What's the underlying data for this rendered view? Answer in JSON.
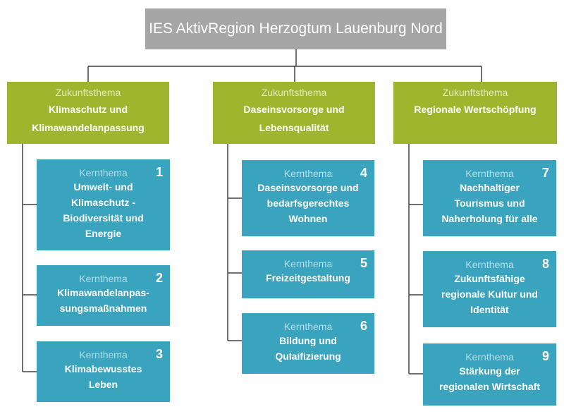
{
  "root": {
    "title": "IES AktivRegion Herzogtum Lauenburg Nord"
  },
  "themes": [
    {
      "tag": "Zukunftsthema",
      "title_line1": "Klimaschutz und",
      "title_line2": "Klimawandelanpassung"
    },
    {
      "tag": "Zukunftsthema",
      "title_line1": "Daseinsvorsorge und",
      "title_line2": "Lebensqualität"
    },
    {
      "tag": "Zukunftsthema",
      "title_line1": "Regionale Wertschöpfung",
      "title_line2": ""
    }
  ],
  "kernthemen": [
    {
      "tag": "Kernthema",
      "num": "1",
      "lines": [
        "Umwelt- und",
        "Klimaschutz -",
        "Biodiversität und",
        "Energie"
      ]
    },
    {
      "tag": "Kernthema",
      "num": "2",
      "lines": [
        "Klimawandelanpas-",
        "sungsmaßnahmen"
      ]
    },
    {
      "tag": "Kernthema",
      "num": "3",
      "lines": [
        "Klimabewusstes",
        "Leben"
      ]
    },
    {
      "tag": "Kernthema",
      "num": "4",
      "lines": [
        "Daseinsvorsorge und",
        "bedarfsgerechtes",
        "Wohnen"
      ]
    },
    {
      "tag": "Kernthema",
      "num": "5",
      "lines": [
        "Freizeitgestaltung"
      ]
    },
    {
      "tag": "Kernthema",
      "num": "6",
      "lines": [
        "Bildung und",
        "Qulaifizierung"
      ]
    },
    {
      "tag": "Kernthema",
      "num": "7",
      "lines": [
        "Nachhaltiger",
        "Tourismus und",
        "Naherholung für alle"
      ]
    },
    {
      "tag": "Kernthema",
      "num": "8",
      "lines": [
        "Zukunftsfähige",
        "regionale Kultur und",
        "Identität"
      ]
    },
    {
      "tag": "Kernthema",
      "num": "9",
      "lines": [
        "Stärkung der",
        "regionalen Wirtschaft"
      ]
    }
  ],
  "colors": {
    "root": "#a6a6a6",
    "theme": "#9fb52e",
    "kern": "#3aa3bd",
    "line": "#404040"
  }
}
